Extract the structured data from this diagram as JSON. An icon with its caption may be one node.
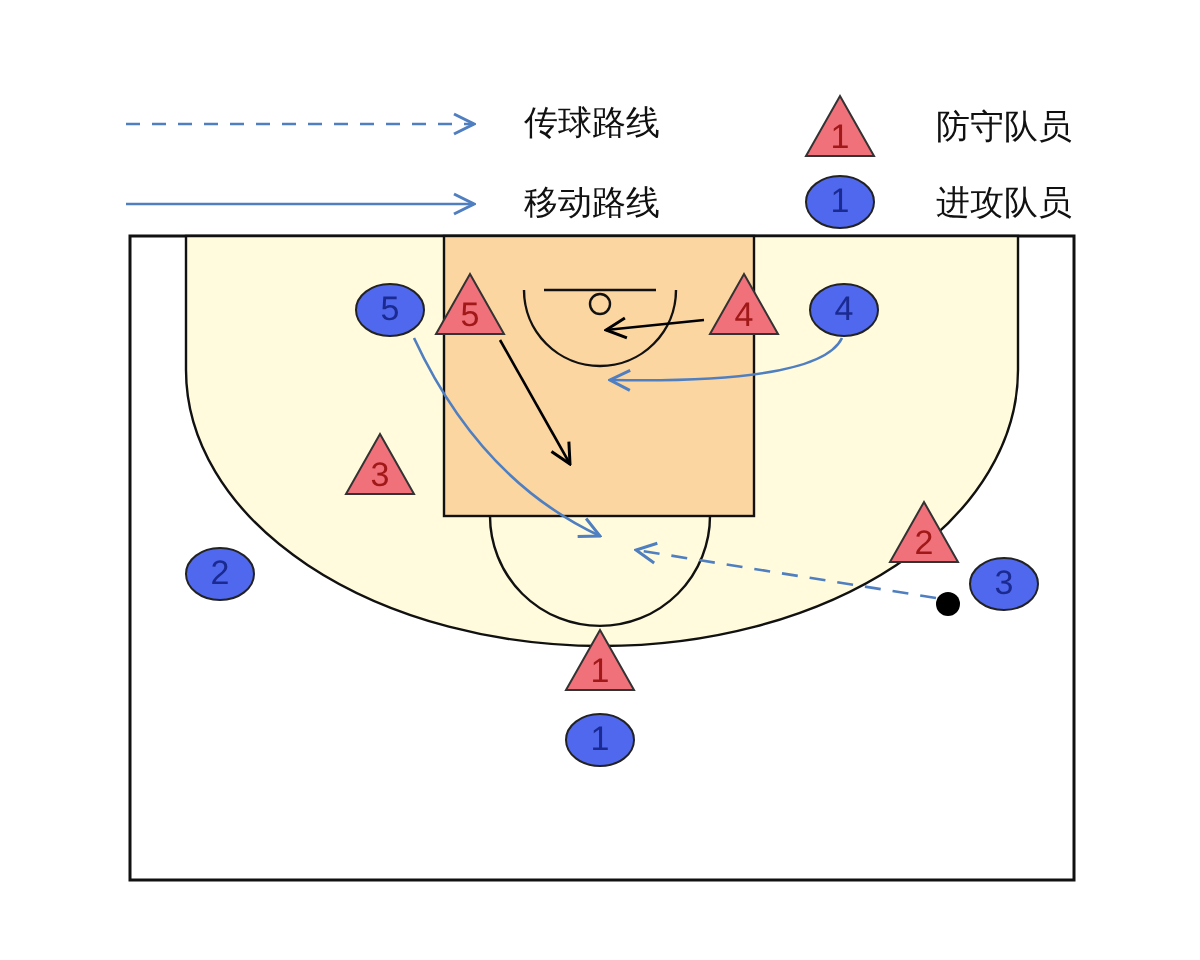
{
  "diagram": {
    "nodes": [
      {
        "text": [
          "5"
        ]
      },
      {
        "text": [
          "5"
        ]
      },
      {
        "text": [
          "4"
        ]
      },
      {
        "text": [
          "4"
        ]
      },
      {
        "text": [
          "3"
        ]
      },
      {
        "text": [
          "2"
        ]
      },
      {
        "text": [
          "2"
        ]
      },
      {
        "text": [
          "3"
        ]
      },
      {
        "text": [],
        "shape": "circle"
      },
      {
        "text": [
          "1"
        ]
      },
      {
        "text": [
          "1"
        ]
      }
    ],
    "edges": [
      {
        "from": 0,
        "to": null,
        "arrow": "to"
      },
      {
        "from": 3,
        "to": null,
        "arrow": "to"
      },
      {
        "from": 8,
        "to": null,
        "arrow": "to",
        "style": "dashed"
      },
      {
        "from": 2,
        "to": null,
        "arrow": "to",
        "color": "#000000"
      },
      {
        "from": 1,
        "to": null,
        "arrow": "to",
        "color": "#000000"
      }
    ],
    "labels": [
      "1",
      "1"
    ],
    "legend": [
      {
        "text": "传球路线"
      },
      {
        "text": "移动路线"
      },
      {
        "text": "防守队员"
      },
      {
        "text": "进攻队员"
      }
    ]
  }
}
